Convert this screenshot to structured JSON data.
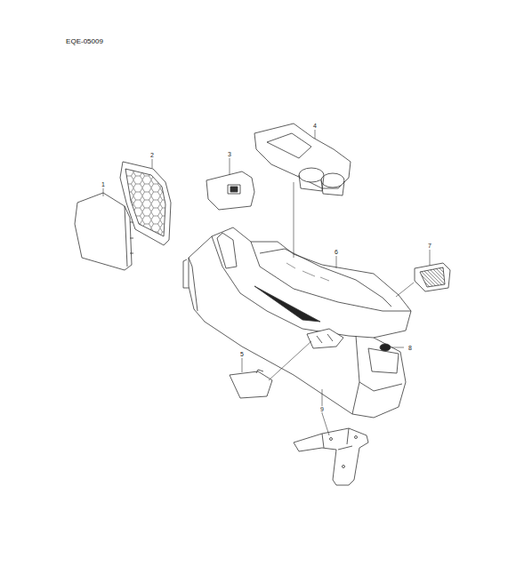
{
  "diagram": {
    "labels": [
      "EQE-05009",
      "1",
      "2",
      "3",
      "4",
      "5",
      "6",
      "7",
      "8",
      "9"
    ]
  }
}
